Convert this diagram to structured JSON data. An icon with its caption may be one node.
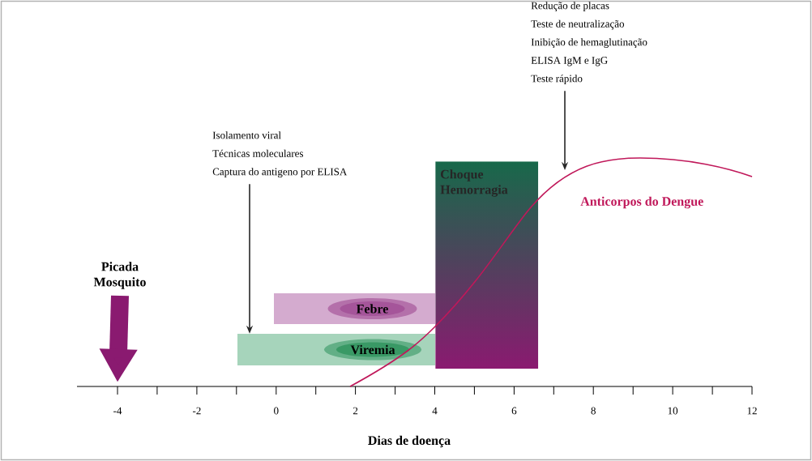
{
  "diagram": {
    "nodes": [
      {
        "text": [
          "Isolamento viral",
          "Técnicas moleculares",
          "Captura do antigeno por ELISA"
        ]
      },
      {
        "text": [
          "Redução de placas",
          "Teste de neutralização",
          "Inibição de hemaglutinação",
          "ELISA IgM e IgG",
          "Teste rápido"
        ]
      },
      {
        "text": [
          "Picada Mosquito"
        ]
      },
      {
        "text": [
          "Febre"
        ]
      },
      {
        "text": [
          "Viremia"
        ]
      },
      {
        "text": [
          "Choque Hemorragia"
        ]
      }
    ],
    "edges": [
      {
        "from": 0,
        "to": 4,
        "arrow": "to"
      },
      {
        "from": 1,
        "to": null,
        "arrow": "to"
      },
      {
        "from": 2,
        "to": null,
        "arrow": "to",
        "style": "thick",
        "color": "#8a1a70"
      }
    ],
    "labels": [
      "Anticorpos do Dengue",
      "-4",
      "-2",
      "0",
      "2",
      "4",
      "6",
      "8",
      "10",
      "12",
      "Dias de doença"
    ]
  }
}
